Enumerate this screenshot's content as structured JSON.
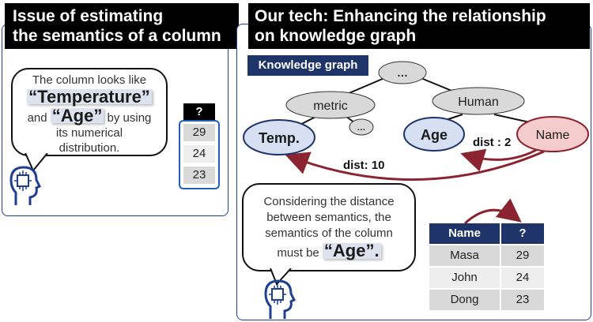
{
  "left": {
    "title_line1": "Issue of estimating",
    "title_line2": "the semantics of a column",
    "bubble": {
      "line1": "The column looks like",
      "highlight1": "“Temperature”",
      "and_word": "and",
      "highlight2": "“Age”",
      "after2": "by using",
      "line4": "its numerical",
      "line5": "distribution."
    },
    "column": {
      "header": "?",
      "values": [
        "29",
        "24",
        "23"
      ]
    }
  },
  "right": {
    "title_line1": "Our tech: Enhancing the relationship",
    "title_line2": "on knowledge graph",
    "kg_label": "Knowledge graph",
    "nodes": {
      "top": "…",
      "metric": "metric",
      "human": "Human",
      "small": "…",
      "temp": "Temp.",
      "age": "Age",
      "name": "Name"
    },
    "dist_short": "dist : 2",
    "dist_long": "dist: 10",
    "bubble": {
      "line1": "Considering the distance",
      "line2": "between semantics, the",
      "line3": "semantics of the column",
      "must_be": "must be",
      "highlight": "“Age”."
    },
    "table": {
      "headers": [
        "Name",
        "?"
      ],
      "rows": [
        [
          "Masa",
          "29"
        ],
        [
          "John",
          "24"
        ],
        [
          "Dong",
          "23"
        ]
      ]
    }
  },
  "colors": {
    "navy": "#1f3468",
    "red": "#8b2330",
    "node_blue": "#d6e0f2",
    "node_grey": "#d9d9d9",
    "node_pink": "#f4cccc"
  }
}
